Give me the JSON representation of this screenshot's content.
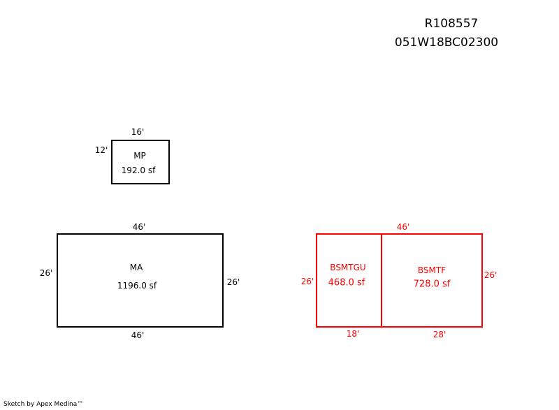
{
  "header": {
    "account": "R108557",
    "map_tax_lot": "051W18BC02300"
  },
  "areas": {
    "mp": {
      "code": "MP",
      "area": "192.0 sf",
      "top": "16'",
      "left": "12'"
    },
    "ma": {
      "code": "MA",
      "area": "1196.0 sf",
      "top": "46'",
      "bottom": "46'",
      "left": "26'",
      "right": "26'"
    },
    "bsmtgu": {
      "code": "BSMTGU",
      "area": "468.0 sf",
      "left": "26'",
      "bottom": "18'"
    },
    "bsmtf": {
      "code": "BSMTF",
      "area": "728.0 sf",
      "right": "26'",
      "bottom": "28'"
    },
    "bsmt_top": "46'"
  },
  "colors": {
    "main": "#000000",
    "basement": "#ff0000"
  },
  "footer": "Sketch by Apex Medina™"
}
